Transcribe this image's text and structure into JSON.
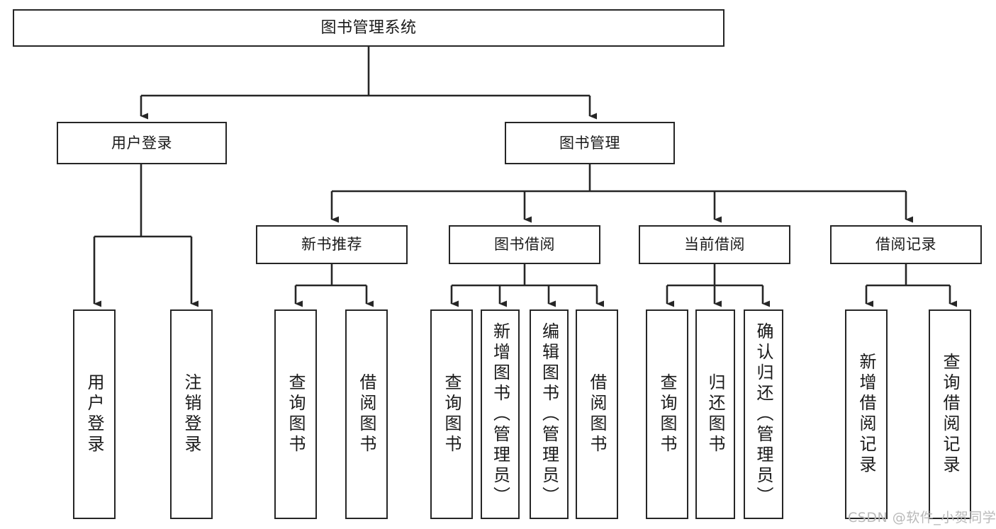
{
  "diagram": {
    "title": "图书管理系统",
    "type": "tree-hierarchy-diagram",
    "colors": {
      "box_border": "#262626",
      "box_fill": "#ffffff",
      "line": "#262626",
      "text": "#1a1a1a",
      "watermark": "#b9b9b9",
      "background": "#ffffff"
    },
    "watermark": "CSDN @软件_小贺同学",
    "nodes": {
      "root": {
        "label": "图书管理系统"
      },
      "level1": [
        {
          "label": "用户登录"
        },
        {
          "label": "图书管理"
        }
      ],
      "level2": [
        {
          "label": "新书推荐"
        },
        {
          "label": "图书借阅"
        },
        {
          "label": "当前借阅"
        },
        {
          "label": "借阅记录"
        }
      ],
      "leaves": {
        "user_login": [
          {
            "label": "用户登录"
          },
          {
            "label": "注销登录"
          }
        ],
        "new_book_recommend": [
          {
            "label": "查询图书"
          },
          {
            "label": "借阅图书"
          }
        ],
        "book_borrow": [
          {
            "label": "查询图书"
          },
          {
            "label": "新增图书（管理员）"
          },
          {
            "label": "编辑图书（管理员）"
          },
          {
            "label": "借阅图书"
          }
        ],
        "current_borrow": [
          {
            "label": "查询图书"
          },
          {
            "label": "归还图书"
          },
          {
            "label": "确认归还（管理员）"
          }
        ],
        "borrow_record": [
          {
            "label": "新增借阅记录"
          },
          {
            "label": "查询借阅记录"
          }
        ]
      }
    }
  }
}
